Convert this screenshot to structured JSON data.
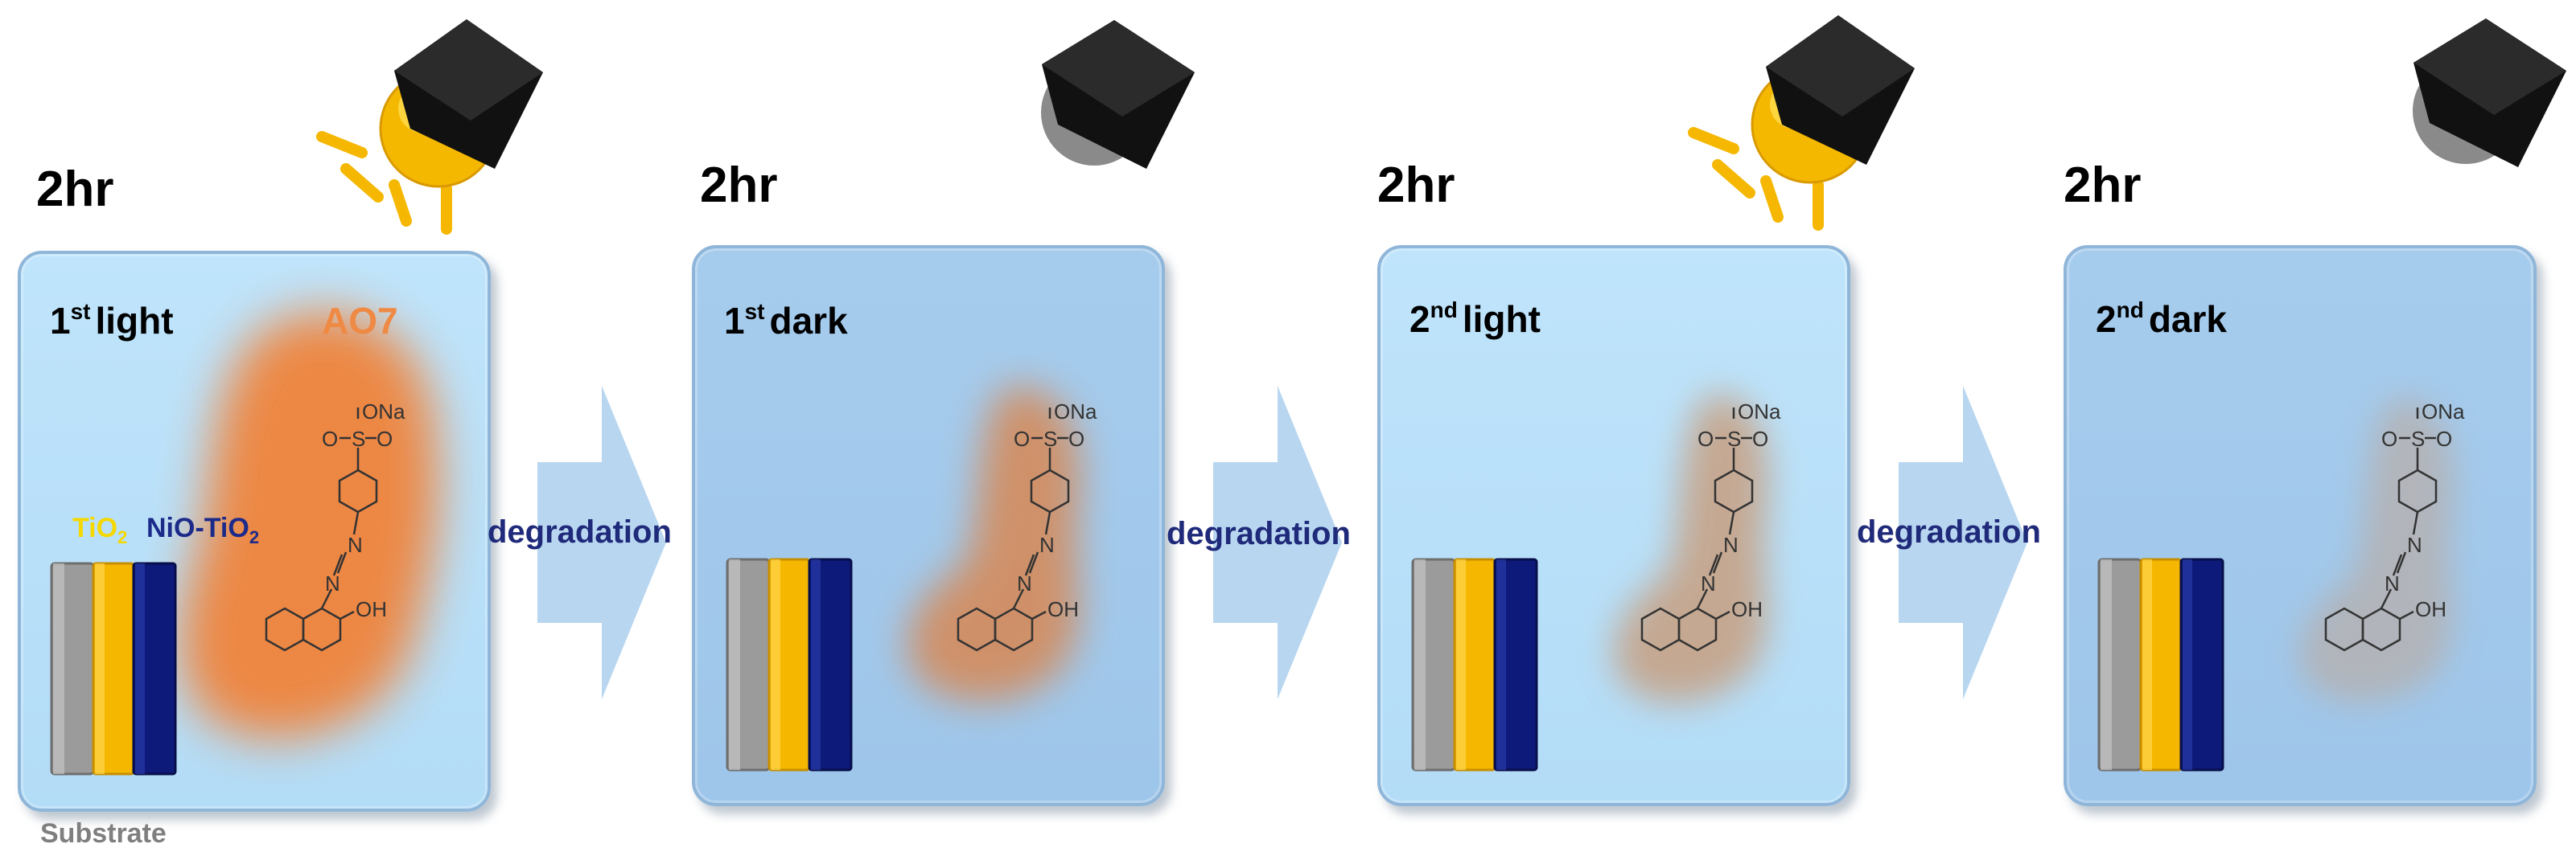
{
  "steps": [
    {
      "duration": "2hr",
      "ordinal": "1",
      "suffix": "st",
      "word": "light",
      "lamp": "on"
    },
    {
      "duration": "2hr",
      "ordinal": "1",
      "suffix": "st",
      "word": "dark",
      "lamp": "off"
    },
    {
      "duration": "2hr",
      "ordinal": "2",
      "suffix": "nd",
      "word": "light",
      "lamp": "on"
    },
    {
      "duration": "2hr",
      "ordinal": "2",
      "suffix": "nd",
      "word": "dark",
      "lamp": "off"
    }
  ],
  "arrow_label": "degradation",
  "layers": {
    "tio2_base": "TiO",
    "tio2_sub": "2",
    "nio_base": "NiO-TiO",
    "nio_sub": "2",
    "substrate": "Substrate"
  },
  "dye_label": "AO7",
  "molecule": {
    "ona": "ONa",
    "s": "S",
    "o": "O",
    "n": "N",
    "oh": "OH"
  },
  "colors": {
    "substrate_layer": "#9b9b9b",
    "tio2_layer": "#f5b700",
    "nio_tio2_layer": "#0d1a7a",
    "panel_light": "#bfe4fb",
    "panel_dark": "#a6cced",
    "dye_glow_levels": [
      "#f0833a",
      "#d48b5c",
      "#c79f80",
      "#b7aeaa"
    ],
    "arrow_text": "#1f2a7a",
    "dye_text": "#ef8a45",
    "tio2_text": "#f5d800"
  },
  "icons": {
    "lamp": "lamp-icon",
    "arrow": "right-arrow-icon",
    "molecule": "ao7-molecule-icon"
  }
}
